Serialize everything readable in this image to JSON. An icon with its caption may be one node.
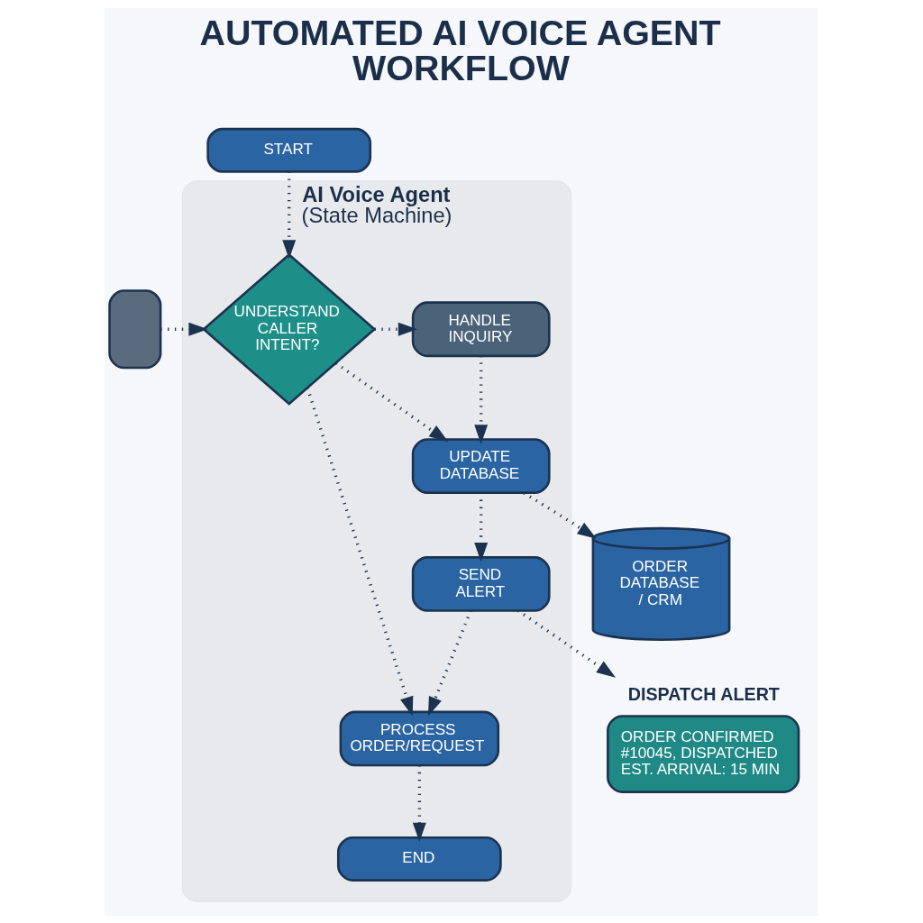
{
  "diagram": {
    "title": "AUTOMATED AI VOICE AGENT WORKFLOW",
    "nodes": [
      {
        "text": [
          "AI Voice Agent",
          "(State Machine)"
        ]
      },
      {
        "text": [],
        "shape": "box"
      },
      {
        "text": [
          "START"
        ]
      },
      {
        "text": [
          "UNDERSTAND CALLER INTENT?"
        ],
        "in": 0
      },
      {
        "text": [
          "HANDLE INQUIRY"
        ],
        "in": 0
      },
      {
        "text": [
          "UPDATE DATABASE"
        ],
        "in": 0
      },
      {
        "text": [
          "SEND ALERT"
        ],
        "in": 0
      },
      {
        "text": [
          "PROCESS ORDER/REQUEST"
        ],
        "in": 0
      },
      {
        "text": [
          "END"
        ],
        "in": 0
      },
      {
        "text": [
          "ORDER DATABASE / CRM"
        ]
      },
      {
        "text": [
          "DISPATCH ALERT",
          "ORDER CONFIRMED #10045, DISPATCHED EST. ARRIVAL: 15 MIN"
        ]
      }
    ],
    "edges": [
      {
        "from": 1,
        "to": 3,
        "arrow": "to"
      },
      {
        "from": 2,
        "to": 3,
        "arrow": "to"
      },
      {
        "from": 3,
        "to": 4,
        "arrow": "to"
      },
      {
        "from": 3,
        "to": 5,
        "arrow": "to"
      },
      {
        "from": 4,
        "to": 5,
        "arrow": "to"
      },
      {
        "from": 5,
        "to": 9,
        "arrow": "to"
      },
      {
        "from": 5,
        "to": 6,
        "arrow": "to"
      },
      {
        "from": 6,
        "to": 10,
        "arrow": "to"
      },
      {
        "from": 6,
        "to": 7,
        "arrow": "to"
      },
      {
        "from": 3,
        "to": 7,
        "arrow": "to"
      },
      {
        "from": 7,
        "to": 8,
        "arrow": "to"
      }
    ]
  }
}
